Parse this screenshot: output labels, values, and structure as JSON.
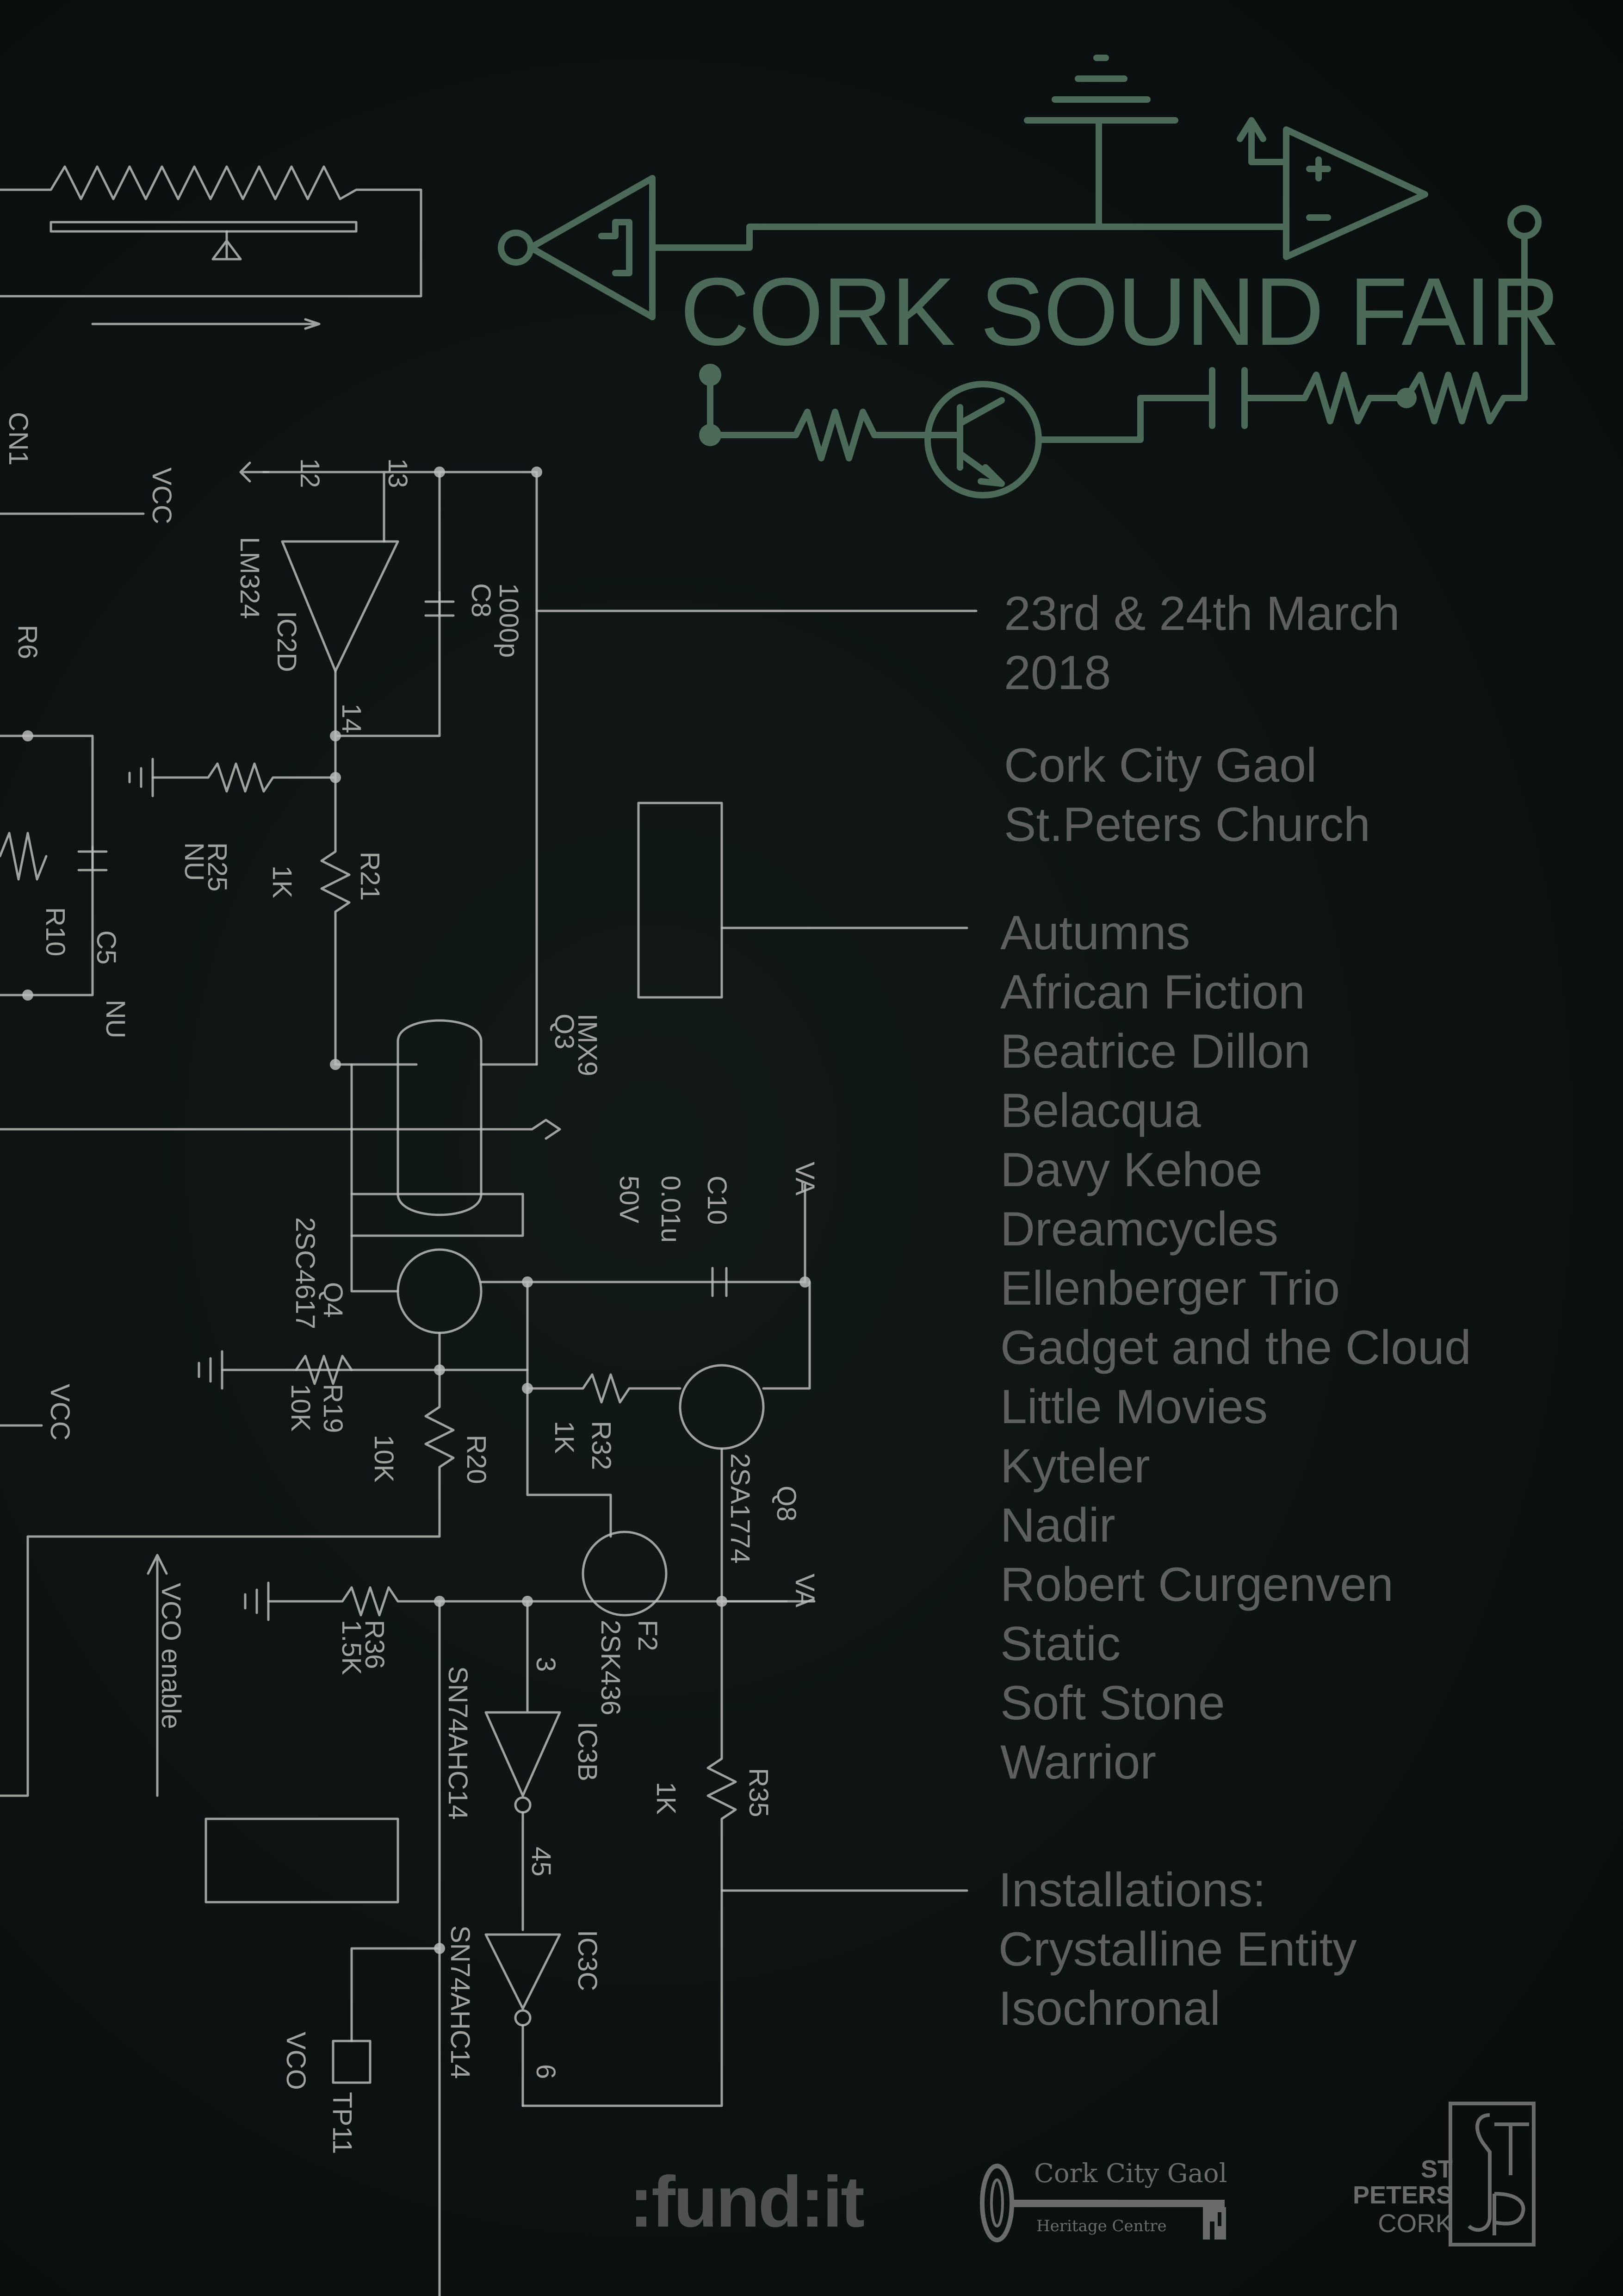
{
  "event": {
    "title": "CORK SOUND FAIR",
    "dates": [
      "23rd & 24th March",
      "2018"
    ],
    "venues": [
      "Cork City Gaol",
      "St.Peters Church"
    ]
  },
  "lineup": [
    "Autumns",
    "African Fiction",
    "Beatrice Dillon",
    "Belacqua",
    "Davy Kehoe",
    "Dreamcycles",
    "Ellenberger Trio",
    "Gadget and the Cloud",
    "Little Movies",
    "Kyteler",
    "Nadir",
    "Robert Curgenven",
    "Static",
    "Soft Stone",
    "Warrior"
  ],
  "installations": {
    "heading": "Installations:",
    "items": [
      "Crystalline Entity",
      "Isochronal"
    ]
  },
  "schematic_labels": {
    "cn1": "CN1",
    "vcc_top": "VCC",
    "pin12": "12",
    "pin13": "13",
    "pin14": "14",
    "lm324": "LM324",
    "ic2d": "IC2D",
    "c8": "C8",
    "c8_val": "1000p",
    "r6": "R6",
    "r25": "R25",
    "r25_val": "NU",
    "r21": "R21",
    "r21_val": "1K",
    "r10": "R10",
    "c5": "C5",
    "c5_val": "NU",
    "q3": "Q3",
    "q3_part": "IMX9",
    "c10": "C10",
    "c10_val": "0.01u",
    "c10_v": "50V",
    "va_top": "VA",
    "q4": "Q4",
    "q4_part": "2SC4617",
    "r19": "R19",
    "r19_val": "10K",
    "r20": "R20",
    "r20_val": "10K",
    "r32": "R32",
    "r32_val": "1K",
    "q8": "Q8",
    "q8_part": "2SA1774",
    "vcc_mid": "VCC",
    "vco_enable": "VCO enable",
    "r36": "R36",
    "r36_val": "1.5K",
    "f2": "F2",
    "f2_part": "2SK436",
    "va_mid": "VA",
    "pin3": "3",
    "ic3b": "IC3B",
    "sn_a": "SN74AHC14",
    "r35": "R35",
    "r35_val": "1K",
    "pin45": "45",
    "ic3c": "IC3C",
    "sn_b": "SN74AHC14",
    "pin6": "6",
    "vco": "VCO",
    "tp11": "TP11"
  },
  "sponsors": {
    "fundit": ":fund:it",
    "gaol_name": "Cork City Gaol",
    "gaol_sub": "Heritage Centre",
    "stpeters_line1": "ST",
    "stpeters_line2": "PETERS",
    "stpeters_line3": "CORK"
  },
  "colors": {
    "background": "#0c1211",
    "title_green": "#4b6a58",
    "text_grey": "#5e605f",
    "schematic_white": "#b9bcb8"
  }
}
